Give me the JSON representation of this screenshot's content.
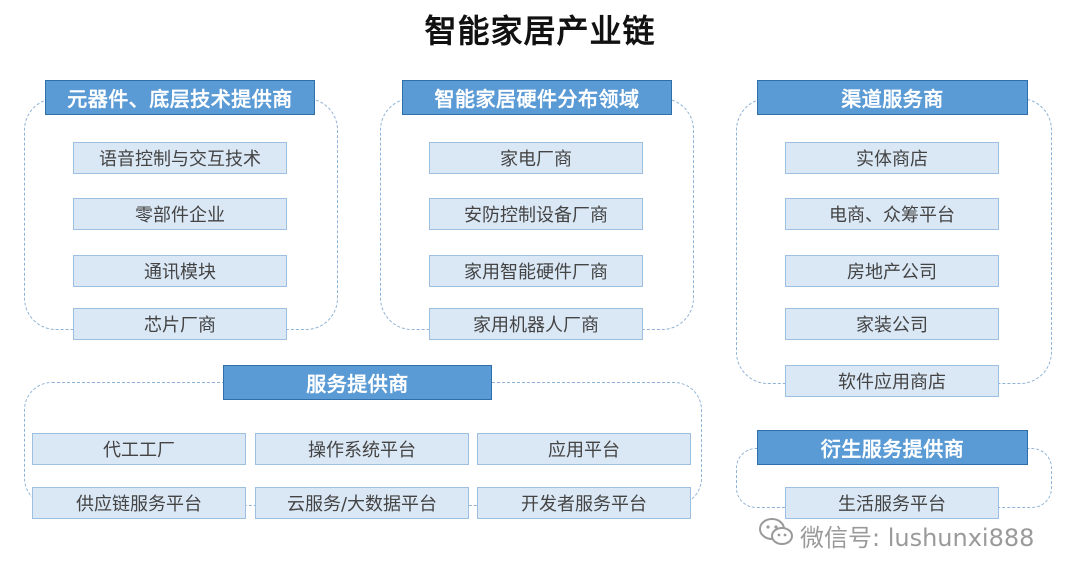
{
  "title": "智能家居产业链",
  "groups": {
    "components": {
      "header": "元器件、底层技术提供商",
      "items": [
        "语音控制与交互技术",
        "零部件企业",
        "通讯模块",
        "芯片厂商"
      ]
    },
    "hardware": {
      "header": "智能家居硬件分布领域",
      "items": [
        "家电厂商",
        "安防控制设备厂商",
        "家用智能硬件厂商",
        "家用机器人厂商"
      ]
    },
    "channels": {
      "header": "渠道服务商",
      "items": [
        "实体商店",
        "电商、众筹平台",
        "房地产公司",
        "家装公司",
        "软件应用商店"
      ]
    },
    "services": {
      "header": "服务提供商",
      "items": [
        "代工工厂",
        "操作系统平台",
        "应用平台",
        "供应链服务平台",
        "云服务/大数据平台",
        "开发者服务平台"
      ]
    },
    "derivative": {
      "header": "衍生服务提供商",
      "items": [
        "生活服务平台"
      ]
    }
  },
  "watermark": {
    "icon": "wechat-icon",
    "text": "微信号: lushunxi888"
  }
}
